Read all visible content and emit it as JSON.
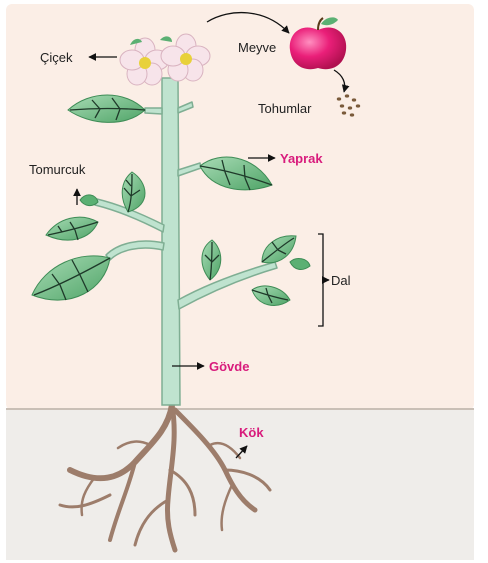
{
  "labels": {
    "flower": "Çiçek",
    "fruit": "Meyve",
    "seeds": "Tohumlar",
    "leaf": "Yaprak",
    "bud": "Tomurcuk",
    "branch": "Dal",
    "stem": "Gövde",
    "root": "Kök"
  },
  "colors": {
    "sky": "#fbeee6",
    "soil": "#efedea",
    "ground_line": "#c9bfb6",
    "stem": "#bfe3cf",
    "stem_outline": "#7fae93",
    "leaf": "#5bb073",
    "leaf_light": "#a8dbb5",
    "vein": "#1f3a2a",
    "root": "#9d7d6b",
    "apple": "#e91e78",
    "petal": "#f7e4ea",
    "flower_center": "#e8d13a",
    "highlight_label": "#d81b7c",
    "text": "#222222"
  },
  "icons": {
    "fruit": "apple-icon",
    "seeds": "seeds-icon",
    "flower": "flower-icon"
  }
}
